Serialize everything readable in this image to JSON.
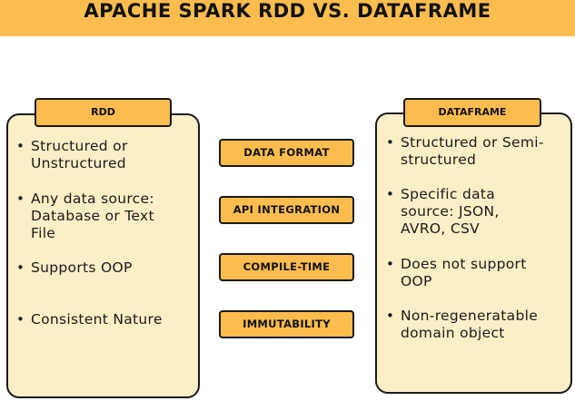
{
  "title": "APACHE SPARK RDD VS. DATAFRAME",
  "left_panel": {
    "label": "RDD",
    "items": [
      "Structured or\nUnstructured",
      "Any data source:\nDatabase or Text\nFile",
      "Supports OOP",
      "Consistent Nature"
    ]
  },
  "right_panel": {
    "label": "DATAFRAME",
    "items": [
      "Structured or Semi-\nstructured",
      "Specific data\nsource: JSON,\nAVRO, CSV",
      "Does not support\nOOP",
      "Non-regeneratable\ndomain object"
    ]
  },
  "criteria": [
    "DATA FORMAT",
    "API INTEGRATION",
    "COMPILE-TIME",
    "IMMUTABILITY"
  ],
  "colors": {
    "header_bg": "#fdbd4e",
    "panel_bg": "#fbefc7",
    "label_bg": "#fdbd4e",
    "border": "#1a1a1a"
  }
}
